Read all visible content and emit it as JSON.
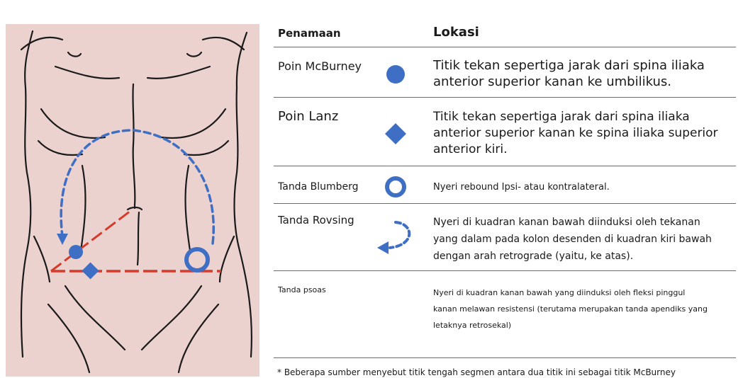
{
  "colors": {
    "background_panel": "#ecd2cf",
    "marker_blue": "#3f6fc4",
    "incision_red": "#d63a2a",
    "outline": "#1a1a1a",
    "rule_line": "#6a6a6a"
  },
  "table": {
    "header": {
      "name": "Penamaan",
      "location": "Lokasi"
    },
    "rows": [
      {
        "name": "Poin McBurney",
        "symbol": "filled-circle-icon",
        "lines": [
          "Titik tekan sepertiga jarak dari spina iliaka",
          "anterior superior kanan ke umbilikus."
        ]
      },
      {
        "name": "Poin Lanz",
        "symbol": "filled-diamond-icon",
        "lines": [
          "Titik tekan sepertiga jarak dari spina iliaka",
          "anterior superior kanan ke spina iliaka superior",
          "anterior kiri."
        ]
      },
      {
        "name": "Tanda Blumberg",
        "symbol": "ring-icon",
        "lines": [
          "Nyeri rebound Ipsi- atau kontralateral."
        ]
      },
      {
        "name": "Tanda Rovsing",
        "symbol": "dashed-curved-arrow-icon",
        "lines": [
          "Nyeri di kuadran kanan bawah diinduksi oleh tekanan",
          "yang dalam pada kolon desenden di kuadran kiri bawah",
          "dengan arah retrograde (yaitu, ke atas)."
        ]
      },
      {
        "name": "Tanda psoas",
        "symbol": "",
        "lines": [
          "Nyeri di kuadran kanan bawah yang diinduksi oleh fleksi pinggul",
          "kanan melawan resistensi (terutama merupakan tanda apendiks yang",
          "letaknya retrosekal)"
        ]
      }
    ]
  },
  "footnote": "* Beberapa sumber menyebut titik tengah segmen antara dua titik ini sebagai titik McBurney"
}
